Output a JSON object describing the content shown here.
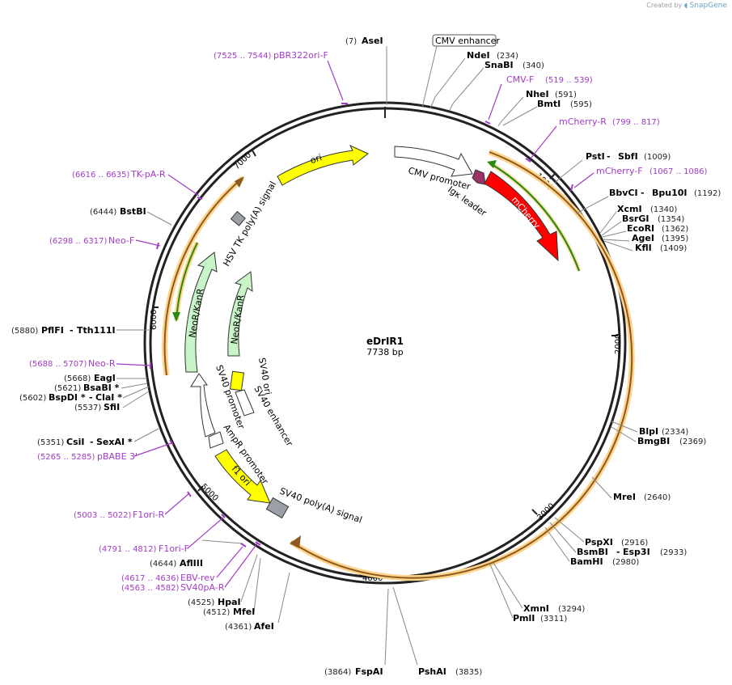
{
  "credit": {
    "prefix": "Created by",
    "brand": "SnapGene"
  },
  "plasmid": {
    "name": "eDrIR1",
    "length_label": "7738 bp"
  },
  "colors": {
    "ring": "#222222",
    "primer": "#a23cc8",
    "ori": "#ffff00",
    "mcherry": "#ff0000",
    "neo": "#c8f5c8",
    "polya": "#9aa0a6",
    "cds_outline": "#ffd38a",
    "green": "#2a8a10",
    "brown": "#8a5a20"
  },
  "ticks": [
    "1000",
    "2000",
    "3000",
    "4000",
    "5000",
    "6000",
    "7000"
  ],
  "enzymes": [
    {
      "name": "AseI",
      "pos": "(7)"
    },
    {
      "name": "NdeI",
      "pos": "(234)"
    },
    {
      "name": "SnaBI",
      "pos": "(340)"
    },
    {
      "name": "NheI",
      "pos": "(591)"
    },
    {
      "name": "BmtI",
      "pos": "(595)"
    },
    {
      "name": "PstI",
      "name2": "SbfI",
      "pos": "(1009)"
    },
    {
      "name": "BbvCI",
      "name2": "Bpu10I",
      "pos": "(1192)"
    },
    {
      "name": "XcmI",
      "pos": "(1340)"
    },
    {
      "name": "BsrGI",
      "pos": "(1354)"
    },
    {
      "name": "EcoRI",
      "pos": "(1362)"
    },
    {
      "name": "AgeI",
      "pos": "(1395)"
    },
    {
      "name": "KflI",
      "pos": "(1409)"
    },
    {
      "name": "BlpI",
      "pos": "(2334)"
    },
    {
      "name": "BmgBI",
      "pos": "(2369)"
    },
    {
      "name": "MreI",
      "pos": "(2640)"
    },
    {
      "name": "PspXI",
      "pos": "(2916)"
    },
    {
      "name": "BsmBI",
      "name2": "Esp3I",
      "pos": "(2933)"
    },
    {
      "name": "BamHI",
      "pos": "(2980)"
    },
    {
      "name": "XmnI",
      "pos": "(3294)"
    },
    {
      "name": "PmlI",
      "pos": "(3311)"
    },
    {
      "name": "PshAI",
      "pos": "(3835)"
    },
    {
      "name": "FspAI",
      "pos": "(3864)"
    },
    {
      "name": "AfeI",
      "pos": "(4361)"
    },
    {
      "name": "MfeI",
      "pos": "(4512)"
    },
    {
      "name": "HpaI",
      "pos": "(4525)"
    },
    {
      "name": "AflIII",
      "pos": "(4644)"
    },
    {
      "name": "SexAI *",
      "name2": "CsiI",
      "pos": "(5351)"
    },
    {
      "name": "SfiI",
      "pos": "(5537)"
    },
    {
      "name": "BspDI *",
      "name2": "ClaI *",
      "pos": "(5602)"
    },
    {
      "name": "BsaBI *",
      "pos": "(5621)"
    },
    {
      "name": "EagI",
      "pos": "(5668)"
    },
    {
      "name": "PflFI",
      "name2": "Tth111I",
      "pos": "(5880)"
    },
    {
      "name": "BstBI",
      "pos": "(6444)"
    }
  ],
  "primers": [
    {
      "name": "pBR322ori-F",
      "range": "(7525 .. 7544)"
    },
    {
      "name": "CMV-F",
      "range": "(519 .. 539)"
    },
    {
      "name": "mCherry-R",
      "range": "(799 .. 817)"
    },
    {
      "name": "mCherry-F",
      "range": "(1067 .. 1086)"
    },
    {
      "name": "TK-pA-R",
      "range": "(6616 .. 6635)"
    },
    {
      "name": "Neo-F",
      "range": "(6298 .. 6317)"
    },
    {
      "name": "Neo-R",
      "range": "(5688 .. 5707)"
    },
    {
      "name": "pBABE 3'",
      "range": "(5265 .. 5285)"
    },
    {
      "name": "F1ori-R",
      "range": "(5003 .. 5022)"
    },
    {
      "name": "F1ori-F",
      "range": "(4791 .. 4812)"
    },
    {
      "name": "EBV-rev",
      "range": "(4617 .. 4636)"
    },
    {
      "name": "SV40pA-R",
      "range": "(4563 .. 4582)"
    }
  ],
  "features": {
    "cmv_enhancer": "CMV enhancer",
    "cmv_promoter": "CMV promoter",
    "igk_leader": "Igκ leader",
    "mcherry": "mCherry",
    "ori": "ori",
    "hsv_tk_polya": "HSV TK poly(A) signal",
    "neo1": "NeoR/KanR",
    "neo2": "NeoR/KanR",
    "sv40_ori": "SV40 ori",
    "sv40_enhancer": "SV40 enhancer",
    "sv40_promoter": "SV40 promoter",
    "ampr_promoter": "AmpR promoter",
    "f1_ori": "f1 ori",
    "sv40_polya": "SV40 poly(A) signal"
  }
}
